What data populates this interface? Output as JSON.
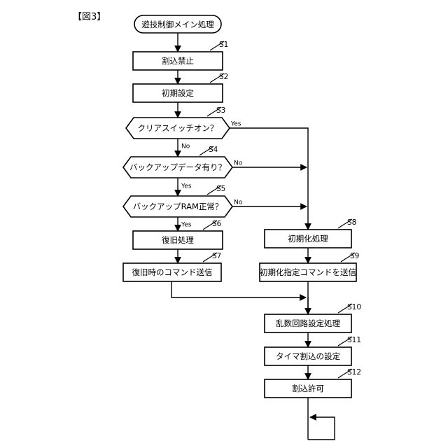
{
  "figure": {
    "label": "【図3】",
    "background_color": "#ffffff",
    "line_color": "#000000"
  },
  "diagram": {
    "type": "flowchart",
    "title": "遊技制御メイン処理",
    "start": {
      "id": "start",
      "shape": "terminator",
      "text": "遊技制御メイン処理"
    },
    "nodes": [
      {
        "id": "S1",
        "shape": "process",
        "text": "割込禁止",
        "step": "S1"
      },
      {
        "id": "S2",
        "shape": "process",
        "text": "初期設定",
        "step": "S2"
      },
      {
        "id": "S3",
        "shape": "decision",
        "text": "クリアスイッチオン？",
        "step": "S3",
        "yes": "Yes",
        "no": "No"
      },
      {
        "id": "S4",
        "shape": "decision",
        "text": "バックアップデータ有り？",
        "step": "S4",
        "yes": "Yes",
        "no": "No"
      },
      {
        "id": "S5",
        "shape": "decision",
        "text": "バックアップRAM正常？",
        "step": "S5",
        "yes": "Yes",
        "no": "No"
      },
      {
        "id": "S6",
        "shape": "process",
        "text": "復旧処理",
        "step": "S6"
      },
      {
        "id": "S7",
        "shape": "process",
        "text": "復旧時のコマンド送信",
        "step": "S7"
      },
      {
        "id": "S8",
        "shape": "process",
        "text": "初期化処理",
        "step": "S8"
      },
      {
        "id": "S9",
        "shape": "process",
        "text": "初期化指定コマンドを送信",
        "step": "S9"
      },
      {
        "id": "S10",
        "shape": "process",
        "text": "乱数回路設定処理",
        "step": "S10"
      },
      {
        "id": "S11",
        "shape": "process",
        "text": "タイマ割込の設定",
        "step": "S11"
      },
      {
        "id": "S12",
        "shape": "process",
        "text": "割込許可",
        "step": "S12"
      }
    ],
    "edges": [
      {
        "from": "start",
        "to": "S1",
        "label": ""
      },
      {
        "from": "S1",
        "to": "S2",
        "label": ""
      },
      {
        "from": "S2",
        "to": "S3",
        "label": ""
      },
      {
        "from": "S3",
        "to": "S4",
        "label": "No"
      },
      {
        "from": "S3",
        "to": "S8",
        "label": "Yes"
      },
      {
        "from": "S4",
        "to": "S5",
        "label": "Yes"
      },
      {
        "from": "S4",
        "to": "S8",
        "label": "No"
      },
      {
        "from": "S5",
        "to": "S6",
        "label": "Yes"
      },
      {
        "from": "S5",
        "to": "S8",
        "label": "No"
      },
      {
        "from": "S6",
        "to": "S7",
        "label": ""
      },
      {
        "from": "S7",
        "to": "S10",
        "label": ""
      },
      {
        "from": "S8",
        "to": "S9",
        "label": ""
      },
      {
        "from": "S9",
        "to": "S10",
        "label": ""
      },
      {
        "from": "S10",
        "to": "S11",
        "label": ""
      },
      {
        "from": "S11",
        "to": "S12",
        "label": ""
      },
      {
        "from": "S12",
        "to": "loop",
        "label": ""
      }
    ],
    "branch_labels": {
      "yes": "Yes",
      "no": "No"
    }
  }
}
